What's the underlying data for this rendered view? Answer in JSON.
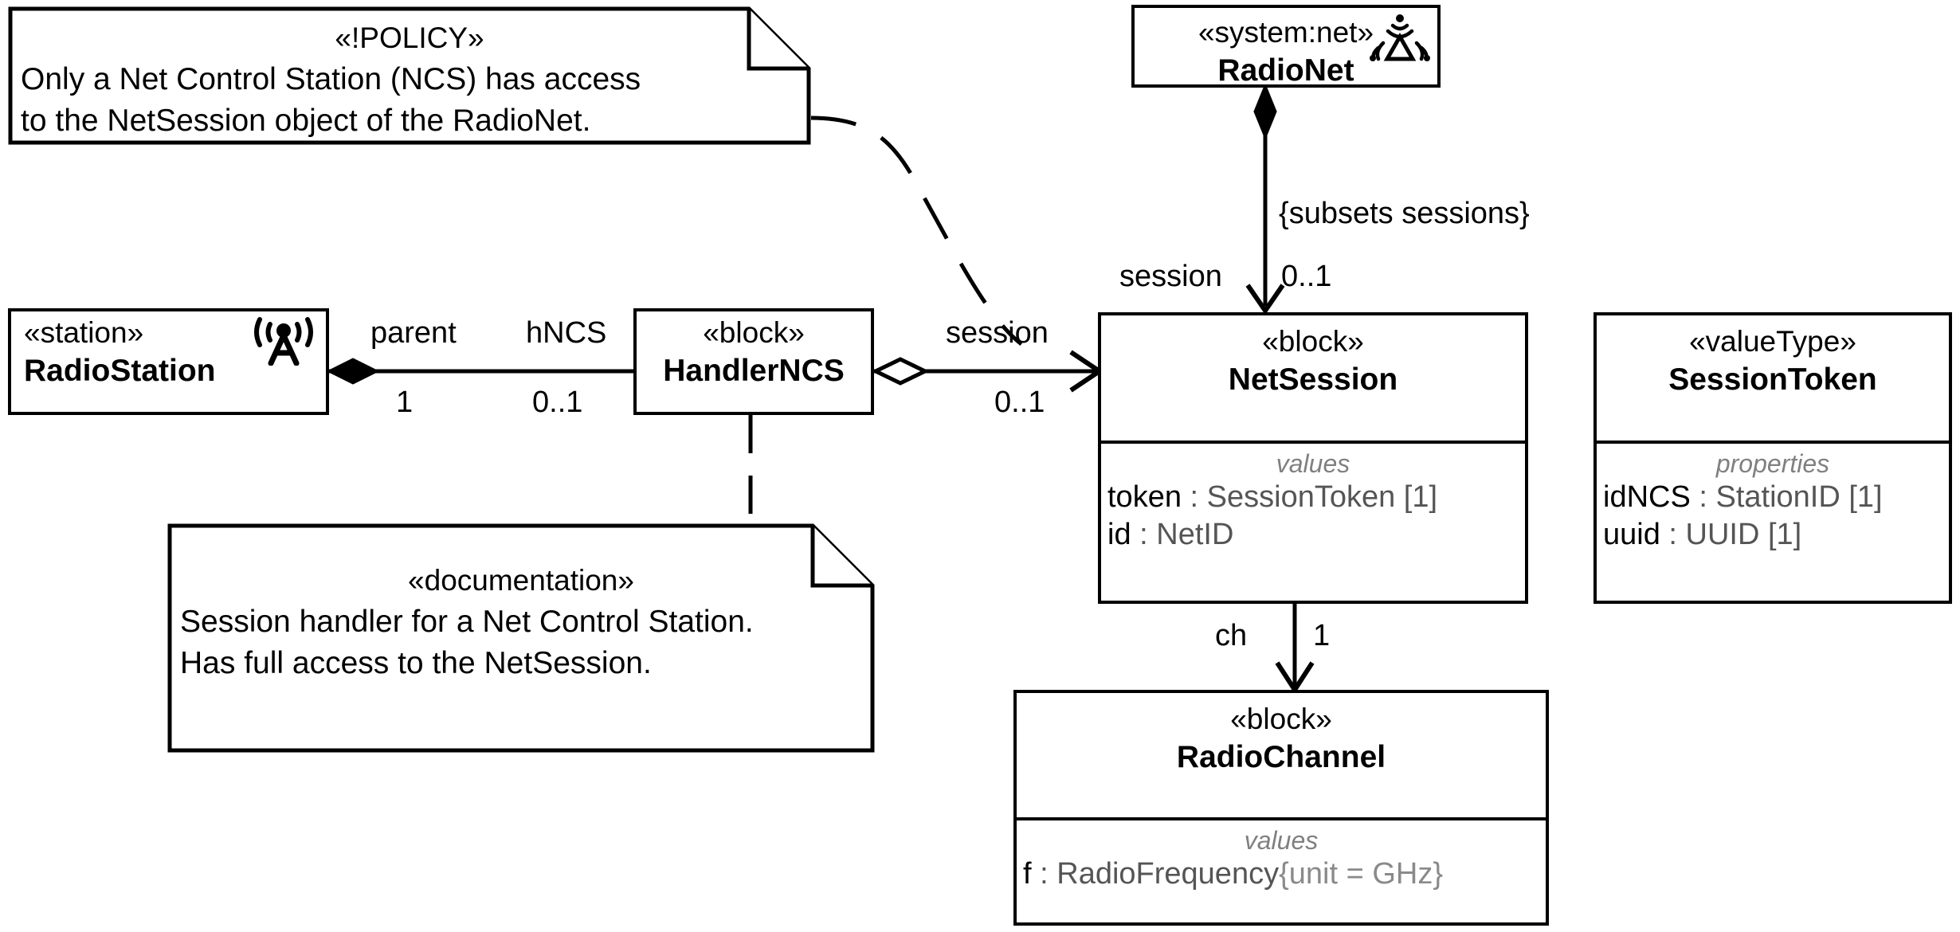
{
  "diagram": {
    "title": "RadioNet NetSession block definition diagram",
    "background": "#ffffff",
    "line_color": "#000000",
    "type_color": "#555555",
    "compartment_title_color": "#808080",
    "unit_color": "#8a8a8a"
  },
  "notes": {
    "policy": {
      "stereotype": "«!POLICY»",
      "line1": "Only a Net Control Station (NCS) has access",
      "line2": "to the NetSession object of the RadioNet."
    },
    "documentation": {
      "stereotype": "«documentation»",
      "line1": "Session handler for a Net Control Station.",
      "line2": "Has full access to the NetSession."
    }
  },
  "blocks": {
    "radio_net": {
      "stereotype": "«system:net»",
      "name": "RadioNet",
      "icon": "radio-tower-network-icon"
    },
    "radio_station": {
      "stereotype": "«station»",
      "name": "RadioStation",
      "icon": "antenna-tower-icon"
    },
    "handler_ncs": {
      "stereotype": "«block»",
      "name": "HandlerNCS"
    },
    "net_session": {
      "stereotype": "«block»",
      "name": "NetSession",
      "compartment_title": "values",
      "features": [
        {
          "name": "token",
          "sep": " : ",
          "type": "SessionToken",
          "mult": " [1]"
        },
        {
          "name": "id",
          "sep": " : ",
          "type": "NetID",
          "mult": ""
        }
      ]
    },
    "session_token": {
      "stereotype": "«valueType»",
      "name": "SessionToken",
      "compartment_title": "properties",
      "features": [
        {
          "name": "idNCS",
          "sep": " : ",
          "type": "StationID",
          "mult": " [1]"
        },
        {
          "name": "uuid",
          "sep": " : ",
          "type": "UUID",
          "mult": " [1]"
        }
      ]
    },
    "radio_channel": {
      "stereotype": "«block»",
      "name": "RadioChannel",
      "compartment_title": "values",
      "features": [
        {
          "name": "f",
          "sep": " : ",
          "type": "RadioFrequency",
          "unit": "{unit = GHz}"
        }
      ]
    }
  },
  "edges": {
    "radionet_netsession": {
      "constraint": "{subsets sessions}",
      "role": "session",
      "multiplicity": "0..1",
      "kind": "composition"
    },
    "station_handler": {
      "role_source": "parent",
      "mult_source": "1",
      "role_target": "hNCS",
      "mult_target": "0..1",
      "kind": "composition"
    },
    "handler_netsession": {
      "role": "session",
      "multiplicity": "0..1",
      "kind": "aggregation"
    },
    "netsession_channel": {
      "role": "ch",
      "multiplicity": "1",
      "kind": "composition"
    }
  }
}
